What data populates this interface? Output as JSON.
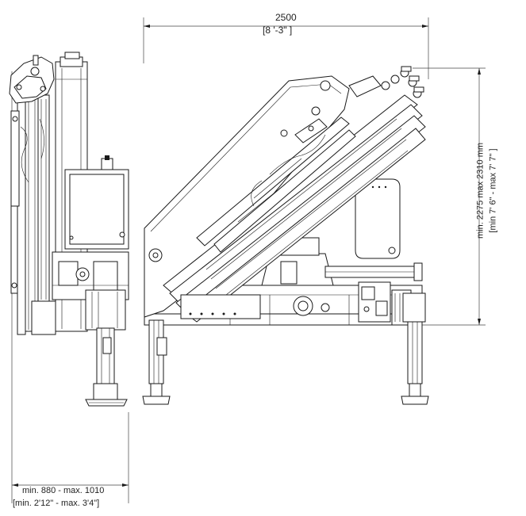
{
  "dimensions": {
    "top_width": {
      "value": "2500",
      "imperial": "[8 '-3\"  ]"
    },
    "right_height": {
      "value": "min. 2275 max 2310 mm",
      "imperial": "[min 7' 6\" - max 7' 7\" ]"
    },
    "bottom_left_width": {
      "value": "min. 880 - max. 1010",
      "imperial": "[min. 2'12\" - max. 3'4\"]"
    }
  },
  "colors": {
    "line": "#1a1a1a",
    "background": "#ffffff"
  }
}
